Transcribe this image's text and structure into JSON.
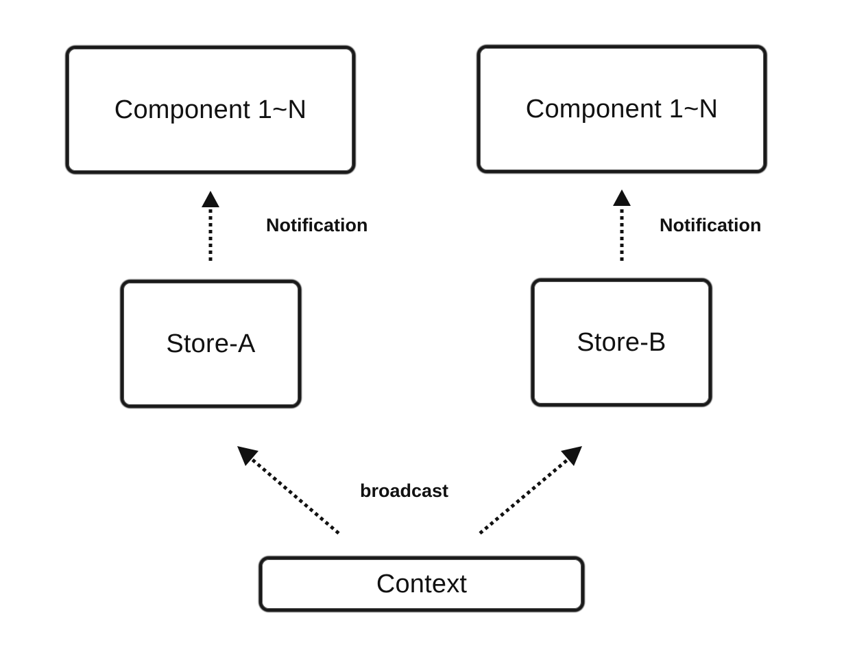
{
  "nodes": {
    "component_left": "Component 1~N",
    "component_right": "Component 1~N",
    "store_a": "Store-A",
    "store_b": "Store-B",
    "context": "Context"
  },
  "edges": {
    "notification_left": "Notification",
    "notification_right": "Notification",
    "broadcast": "broadcast"
  },
  "colors": {
    "stroke": "#1a1a1a",
    "background": "#ffffff"
  }
}
